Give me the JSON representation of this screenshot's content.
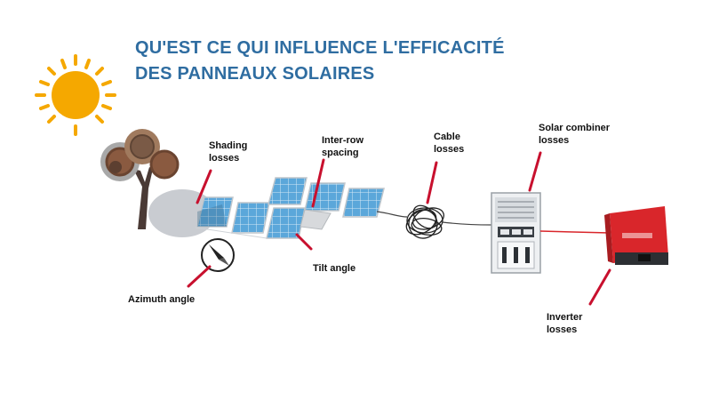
{
  "title": {
    "line1": "QU'EST CE QUI INFLUENCE L'EFFICACITÉ",
    "line2": "DES PANNEAUX SOLAIRES"
  },
  "labels": {
    "shading": "Shading\nlosses",
    "inter_row": "Inter-row\nspacing",
    "cable": "Cable\nlosses",
    "combiner": "Solar combiner\nlosses",
    "tilt": "Tilt angle",
    "azimuth": "Azimuth angle",
    "inverter": "Inverter\nlosses"
  },
  "colors": {
    "title": "#2f6da1",
    "pointer": "#c8102e",
    "panel": "#5aa6d8",
    "inverter": "#d9262b",
    "sun": "#f5a800"
  }
}
